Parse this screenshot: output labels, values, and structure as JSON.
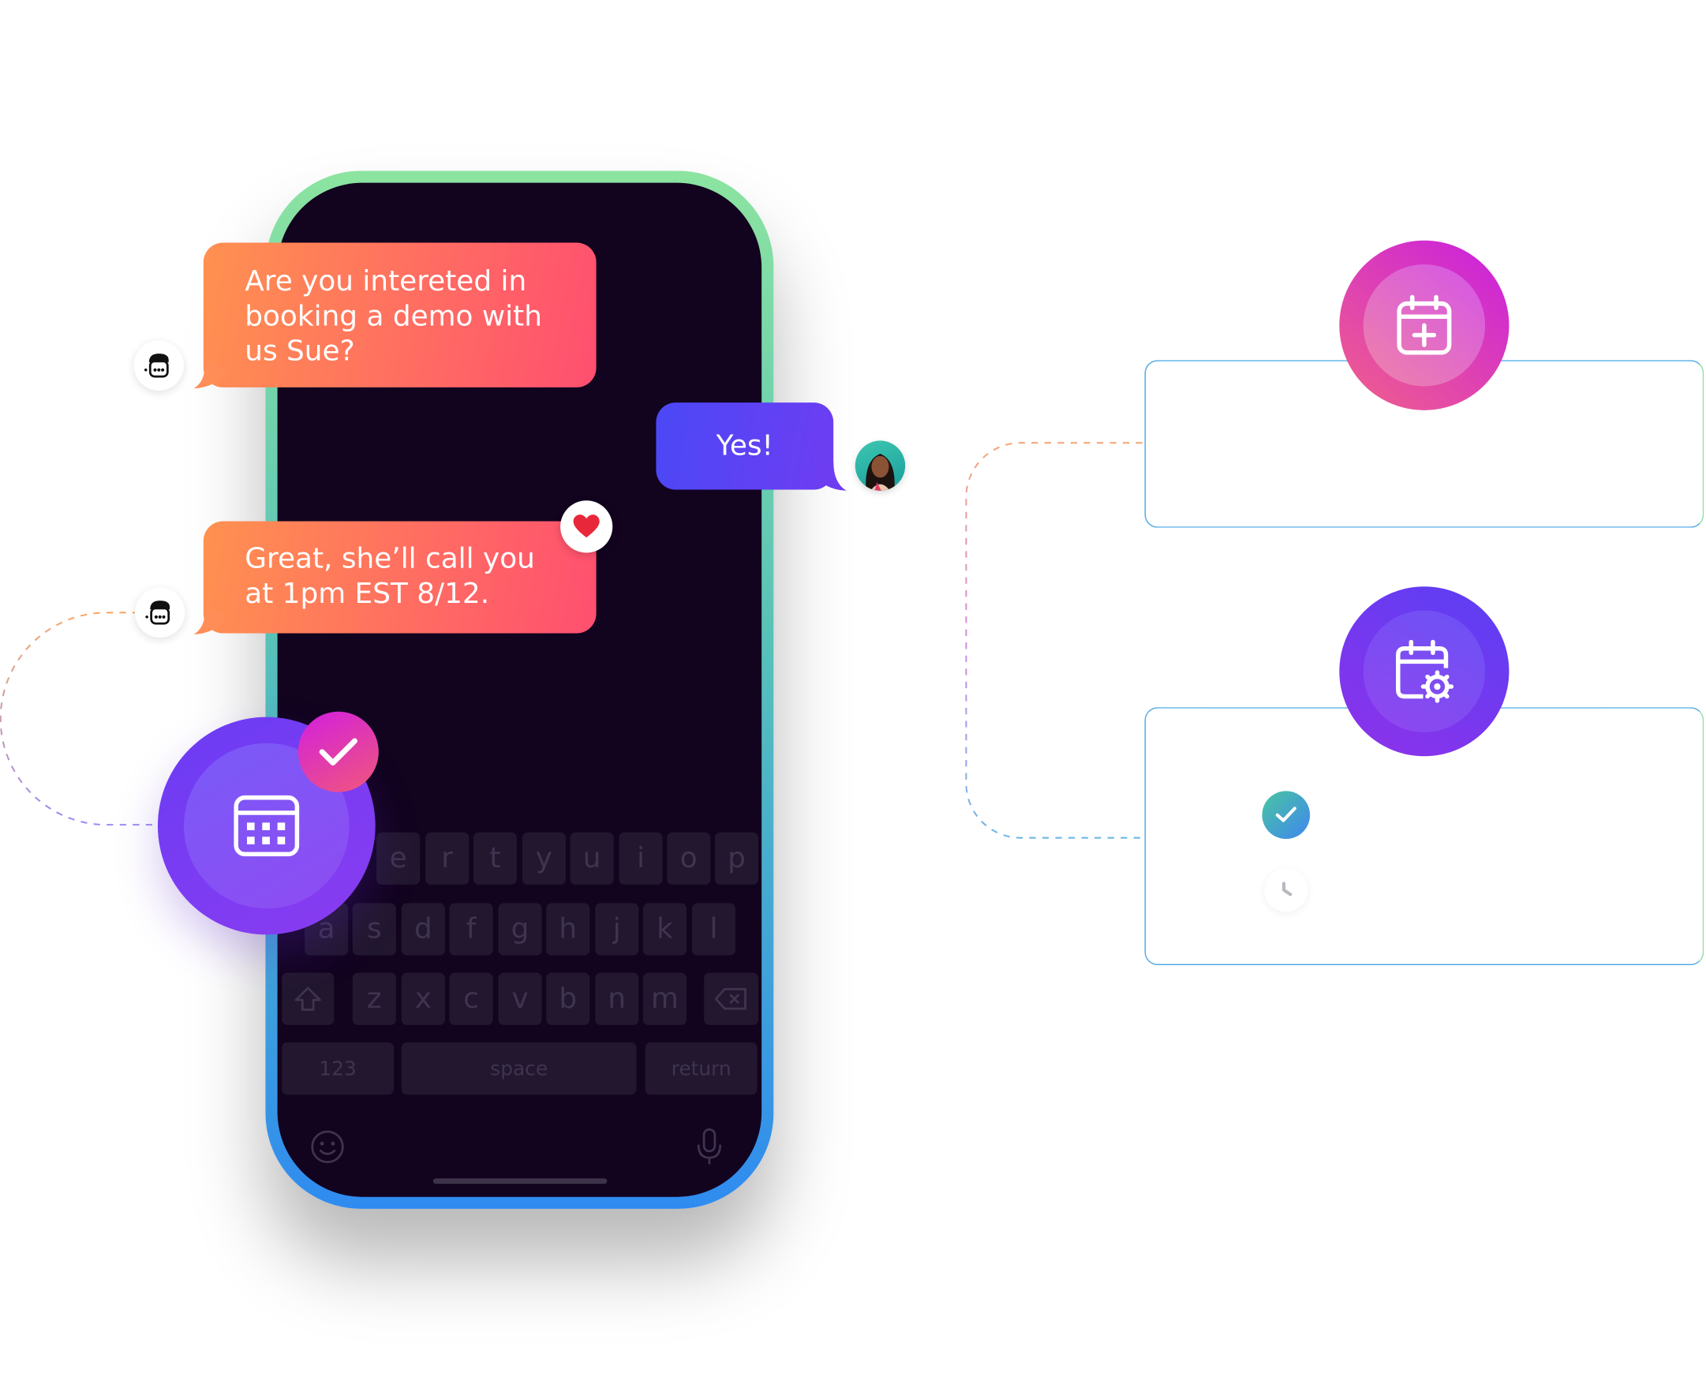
{
  "chat": {
    "msg1": [
      "Are you intereted in",
      "booking a demo with",
      "us Sue?"
    ],
    "msg2": "Yes!",
    "msg3": [
      "Great, she’ll call you",
      "at 1pm EST 8/12."
    ]
  },
  "keyboard": {
    "row1": [
      "e",
      "r",
      "t",
      "y",
      "u",
      "i",
      "o",
      "p"
    ],
    "row2": [
      "a",
      "s",
      "d",
      "f",
      "g",
      "h",
      "j",
      "k",
      "l"
    ],
    "row3": [
      "z",
      "x",
      "c",
      "v",
      "b",
      "n",
      "m"
    ],
    "numbers": "123",
    "space": "space",
    "return": "return"
  },
  "icons": {
    "bot_avatar": "robot-face-icon",
    "reaction": "heart-icon",
    "calendar_grid": "calendar-icon",
    "check": "check-icon",
    "calendar_add": "calendar-plus-icon",
    "calendar_settings": "calendar-gear-icon",
    "clock": "clock-icon",
    "shift": "shift-icon",
    "backspace": "backspace-icon",
    "emoji": "emoji-icon",
    "mic": "microphone-icon"
  },
  "colors": {
    "bot_bubble_start": "#ff9150",
    "bot_bubble_end": "#ff4f70",
    "user_bubble": "#4b48f6",
    "phone_screen": "#12031f",
    "accent_purple": "#6d36f2",
    "accent_magenta": "#d21fe0"
  }
}
